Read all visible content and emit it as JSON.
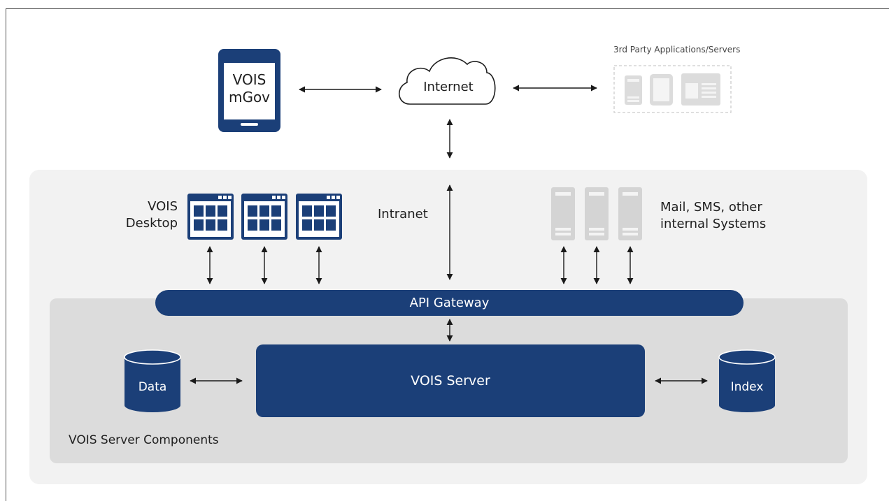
{
  "mobile": {
    "line1": "VOIS",
    "line2": "mGov"
  },
  "internet": {
    "label": "Internet"
  },
  "third_party": {
    "label": "3rd Party Applications/Servers"
  },
  "desktop": {
    "line1": "VOIS",
    "line2": "Desktop"
  },
  "intranet": {
    "label": "Intranet"
  },
  "systems": {
    "line1": "Mail, SMS, other",
    "line2": "internal Systems"
  },
  "gateway": {
    "label": "API Gateway"
  },
  "server": {
    "label": "VOIS Server"
  },
  "data_store": {
    "label": "Data"
  },
  "index_store": {
    "label": "Index"
  },
  "components": {
    "label": "VOIS Server Components"
  },
  "colors": {
    "primary": "#1b3f78",
    "outer_panel": "#f2f2f2",
    "inner_panel": "#dcdcdc",
    "device_gray": "#d4d4d4"
  }
}
